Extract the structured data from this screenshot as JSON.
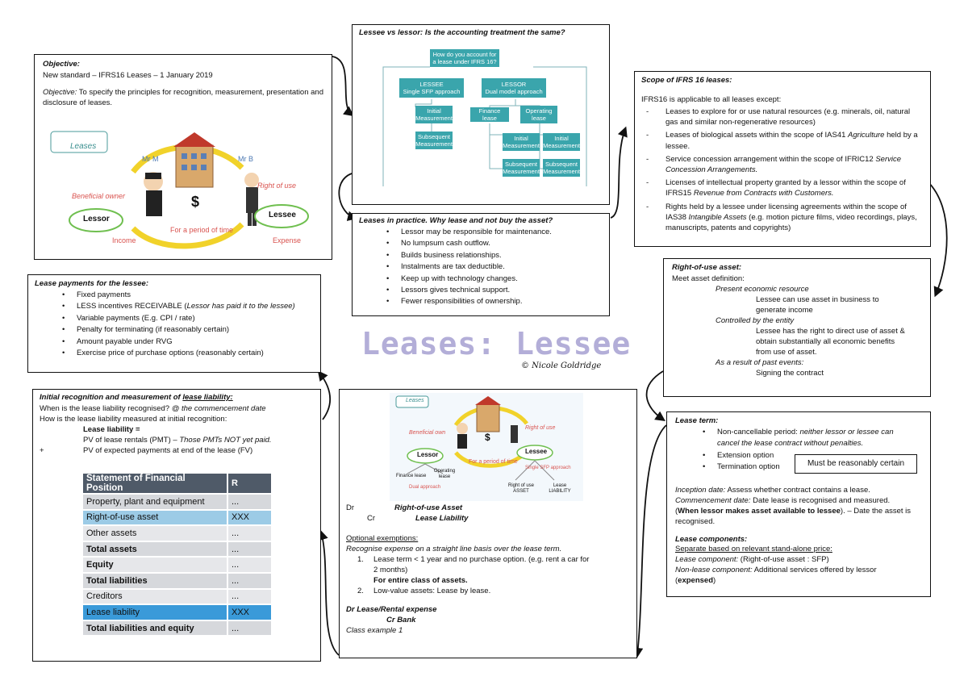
{
  "main_title": "Leases: Lessee",
  "credit": "© Nicole Goldridge",
  "objective": {
    "title": "Objective:",
    "line1": "New standard – IFRS16 Leases – 1 January 2019",
    "obj_label": "Objective:",
    "obj_text": " To specify the principles for recognition, measurement, presentation and disclosure of leases.",
    "graphic": {
      "leases": "Leases",
      "mr_m": "Mr M",
      "mr_b": "Mr B",
      "beneficial_owner": "Beneficial owner",
      "right_of_use": "Right of use",
      "lessor": "Lessor",
      "lessee": "Lessee",
      "dollar": "$",
      "income": "Income",
      "period": "For a period of time",
      "expense": "Expense"
    }
  },
  "lessee_vs_lessor": {
    "title": "Lessee vs lessor: Is the accounting treatment the same?",
    "nodes": {
      "root": "How do you account for a lease under IFRS 16?",
      "lessee": "LESSEE\nSingle SFP approach",
      "lessor": "LESSOR\nDual model approach",
      "initial1": "Initial Measurement",
      "subsequent1": "Subsequent Measurement",
      "finance": "Finance lease",
      "operating": "Operating lease",
      "initial2": "Initial Measurement",
      "subsequent2": "Subsequent Measurement",
      "initial3": "Initial Measurement",
      "subsequent3": "Subsequent Measurement"
    }
  },
  "scope": {
    "title": "Scope of IFRS 16 leases:",
    "intro": "IFRS16 is applicable to all leases except:",
    "items": [
      {
        "a": "Leases to explore for or use natural resources (e.g. minerals, oil, natural gas and similar non-regenerative resources)",
        "b": "",
        "c": ""
      },
      {
        "a": "Leases of biological assets within the scope of IAS41 ",
        "b": "Agriculture",
        "c": " held by a lessee."
      },
      {
        "a": "Service concession arrangement within the scope of IFRIC12 ",
        "b": "Service Concession Arrangements.",
        "c": ""
      },
      {
        "a": "Licenses of intellectual property granted by a lessor within the scope of IFRS15 ",
        "b": "Revenue from Contracts with Customers.",
        "c": ""
      },
      {
        "a": "Rights held by a lessee under licensing agreements within the scope of IAS38 ",
        "b": "Intangible Assets",
        "c": " (e.g. motion picture films, video recordings, plays, manuscripts, patents and copyrights)"
      }
    ]
  },
  "practice": {
    "title": "Leases in practice. Why lease and not buy the asset?",
    "items": [
      "Lessor may be responsible for maintenance.",
      "No lumpsum cash outflow.",
      "Builds business relationships.",
      "Instalments are tax deductible.",
      "Keep up with technology changes.",
      "Lessors gives technical support.",
      "Fewer responsibilities of ownership."
    ]
  },
  "payments": {
    "title": "Lease payments for the lessee:",
    "items": [
      {
        "a": "Fixed payments",
        "b": ""
      },
      {
        "a": "LESS incentives RECEIVABLE (",
        "b": "Lessor has paid it to the lessee)"
      },
      {
        "a": "Variable payments (E.g. CPI / rate)",
        "b": ""
      },
      {
        "a": "Penalty for terminating (if reasonably certain)",
        "b": ""
      },
      {
        "a": "Amount payable under RVG",
        "b": ""
      },
      {
        "a": "Exercise price of purchase options (reasonably certain)",
        "b": ""
      }
    ]
  },
  "rou": {
    "title": "Right-of-use asset:",
    "meet": "Meet asset definition:",
    "h1": "Present economic resource",
    "t1a": "Lessee can use asset in business to",
    "t1b": "generate income",
    "h2": "Controlled by the entity",
    "t2a": "Lessee has the right to direct use of asset &",
    "t2b": "obtain substantially all economic benefits",
    "t2c": "from use of asset.",
    "h3": "As a result of past events:",
    "t3": "Signing the contract"
  },
  "initial": {
    "title_a": "Initial recognition and measurement of ",
    "title_b": "lease liability:",
    "when_a": "When is the lease liability recognised? ",
    "when_b": "@ the commencement date",
    "how": "How is the lease liability measured at initial recognition:",
    "ll": "Lease liability =",
    "pv1_a": "PV of lease rentals (PMT) – ",
    "pv1_b": "Those PMTs NOT yet paid.",
    "plus": "+",
    "pv2": "PV of expected payments at end of the lease (FV)",
    "table_header": [
      "Statement of Financial Position",
      "R"
    ],
    "rows": [
      [
        "Property, plant and equipment",
        "..."
      ],
      [
        "Right-of-use asset",
        "XXX"
      ],
      [
        "Other assets",
        "..."
      ],
      [
        "Total assets",
        "..."
      ],
      [
        "Equity",
        "..."
      ],
      [
        "Total liabilities",
        "..."
      ],
      [
        "Creditors",
        "..."
      ],
      [
        "Lease liability",
        "XXX"
      ],
      [
        "Total liabilities and equity",
        "..."
      ]
    ]
  },
  "centre": {
    "graphic": {
      "leases": "Leases",
      "beneficial_owner": "Beneficial own",
      "right_of_use": "Right of use",
      "lessor": "Lessor",
      "lessee": "Lessee",
      "dollar": "$",
      "period": "For a period of time",
      "finance": "Finance lease",
      "operating": "Operating lease",
      "dual": "Dual approach",
      "single": "Single SFP approach",
      "rou_asset": "Right of use ASSET",
      "lease_liability": "Lease LIABILITY"
    },
    "dr": "Dr",
    "dr_acc": "Right-of-use Asset",
    "cr": "Cr",
    "cr_acc": "Lease Liability",
    "opt_title": "Optional exemptions:",
    "opt_sub": "Recognise expense on a straight line basis over the lease term.",
    "opt1_num": "1.",
    "opt1a": "Lease term < 1 year and no purchase option. (e.g. rent a car for",
    "opt1b": "2 months)",
    "opt1c": "For entire class of assets.",
    "opt2_num": "2.",
    "opt2": "Low-value assets: Lease by lease.",
    "dr2": "Dr Lease/Rental expense",
    "cr2": "Cr Bank",
    "class": "Class example 1"
  },
  "term": {
    "title": "Lease term:",
    "b1a": "Non-cancellable period: ",
    "b1b": "neither lessor or lessee can",
    "b1c": "cancel the lease contract without penalties.",
    "b2": "Extension option",
    "b3": "Termination option",
    "note": "Must be reasonably certain",
    "inc_a": "Inception date:",
    "inc_b": " Assess whether contract contains a lease.",
    "com_a": "Commencement date:",
    "com_b": " Date lease is recognised and measured.",
    "com2_a": "(",
    "com2_b": "When lessor makes asset available to lessee",
    "com2_c": "). – Date the asset is",
    "com3": "recognised.",
    "comp_title": "Lease components:",
    "sep": "Separate based on relevant stand-alone price:",
    "lc_a": "Lease component:",
    "lc_b": " (Right-of-use asset : SFP)",
    "nlc_a": "Non-lease component:",
    "nlc_b": " Additional services offered by lessor",
    "exp_a": "(",
    "exp_b": "expensed",
    "exp_c": ")"
  }
}
